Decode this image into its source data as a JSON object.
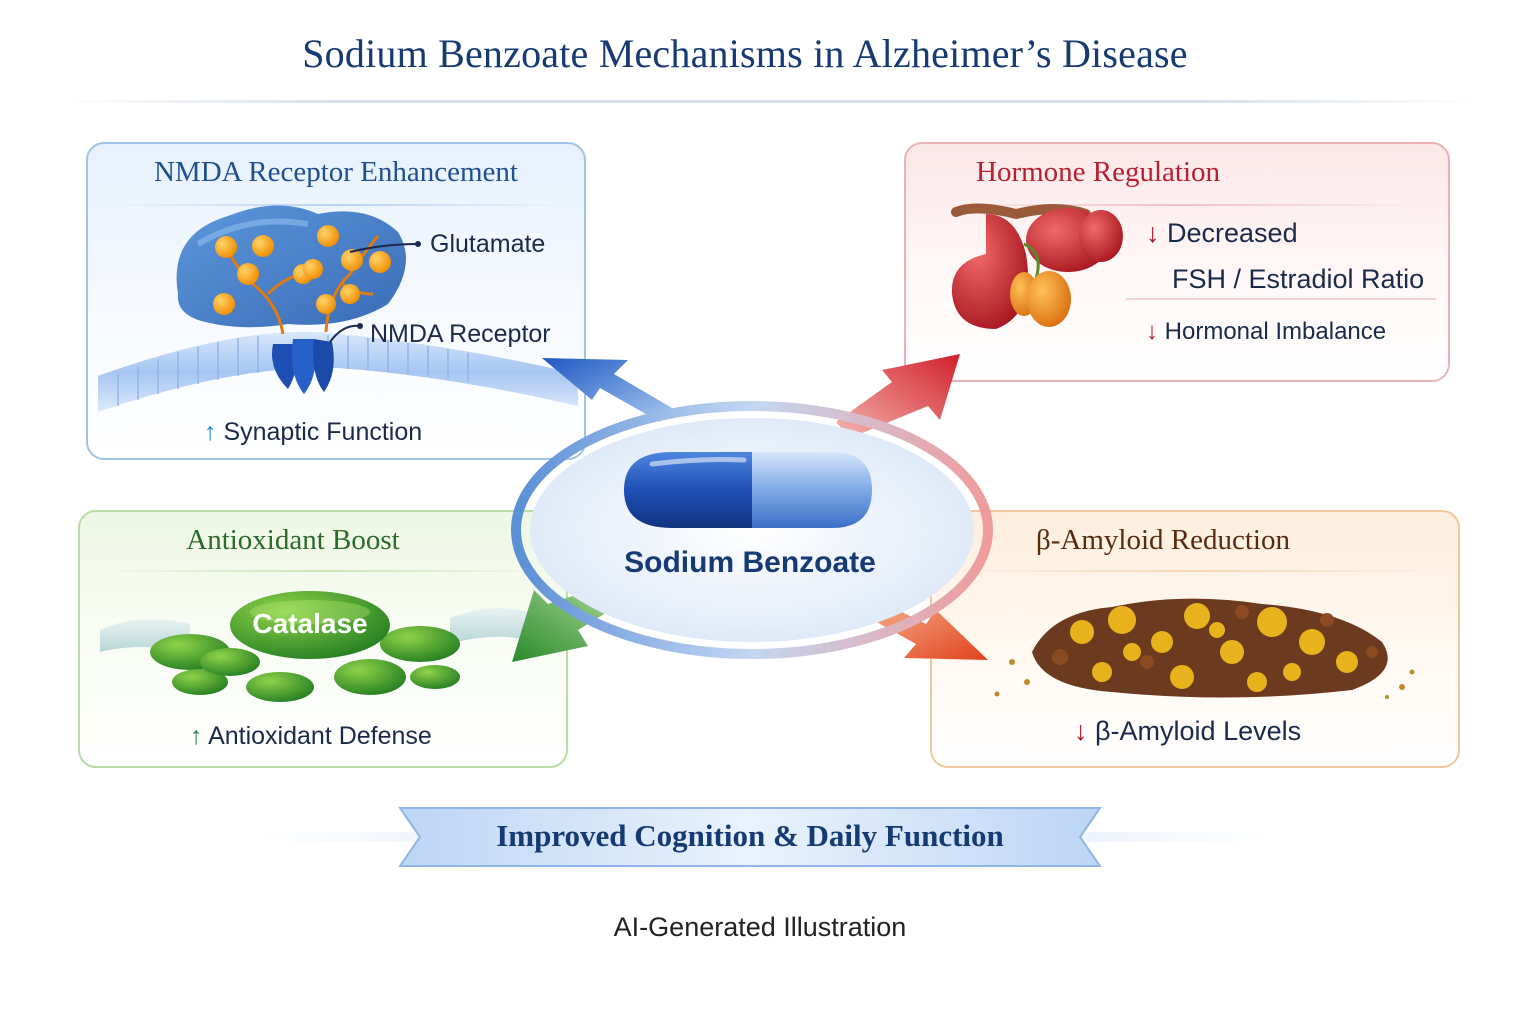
{
  "title": "Sodium Benzoate Mechanisms in Alzheimer’s Disease",
  "center": {
    "label": "Sodium Benzoate"
  },
  "panels": {
    "nmda": {
      "title": "NMDA Receptor Enhancement",
      "labels": {
        "glutamate": "Glutamate",
        "receptor": "NMDA Receptor"
      },
      "effect": {
        "arrow": "↑",
        "text": "Synaptic Function"
      },
      "accent": "#1e5fb8"
    },
    "hormone": {
      "title": "Hormone Regulation",
      "lines": [
        {
          "arrow": "↓",
          "text": "Decreased"
        },
        {
          "arrow": "",
          "text": "FSH / Estradiol Ratio"
        },
        {
          "arrow": "↓",
          "text": "Hormonal Imbalance"
        }
      ],
      "accent": "#c4283a"
    },
    "antioxidant": {
      "title": "Antioxidant Boost",
      "enzyme": "Catalase",
      "effect": {
        "arrow": "↑",
        "text": "Antioxidant Defense"
      },
      "accent": "#2b8a2e"
    },
    "amyloid": {
      "title": "β-Amyloid Reduction",
      "effect": {
        "arrow": "↓",
        "text": "β-Amyloid Levels"
      },
      "accent": "#e1551e"
    }
  },
  "banner": {
    "text": "Improved Cognition & Daily Function"
  },
  "credit": "AI-Generated Illustration"
}
